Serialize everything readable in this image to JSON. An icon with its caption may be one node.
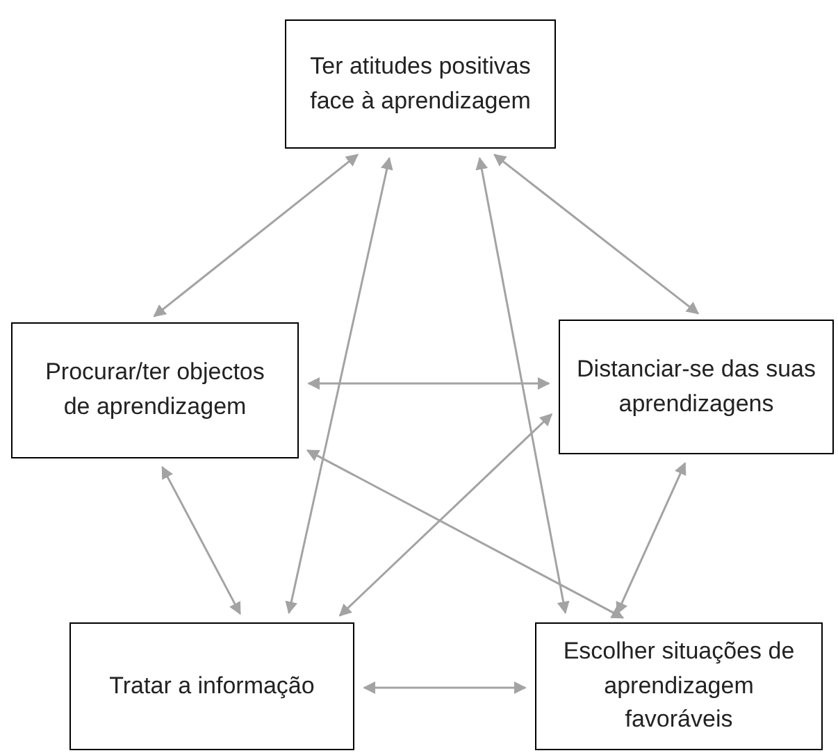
{
  "diagram": {
    "nodes": [
      {
        "text": [
          "Ter atitudes positivas face à aprendizagem"
        ]
      },
      {
        "text": [
          "Procurar/ter objectos de aprendizagem"
        ]
      },
      {
        "text": [
          "Distanciar-se das suas aprendizagens"
        ]
      },
      {
        "text": [
          "Tratar a informação"
        ]
      },
      {
        "text": [
          "Escolher situações de aprendizagem favoráveis"
        ]
      }
    ],
    "edges": [
      {
        "from": 0,
        "to": 1,
        "arrow": "both"
      },
      {
        "from": 0,
        "to": 2,
        "arrow": "both"
      },
      {
        "from": 0,
        "to": 3,
        "arrow": "both"
      },
      {
        "from": 0,
        "to": 4,
        "arrow": "both"
      },
      {
        "from": 1,
        "to": 2,
        "arrow": "both"
      },
      {
        "from": 1,
        "to": 3,
        "arrow": "both"
      },
      {
        "from": 1,
        "to": 4,
        "arrow": "both"
      },
      {
        "from": 2,
        "to": 3,
        "arrow": "both"
      },
      {
        "from": 2,
        "to": 4,
        "arrow": "both"
      },
      {
        "from": 3,
        "to": 4,
        "arrow": "both"
      }
    ]
  }
}
